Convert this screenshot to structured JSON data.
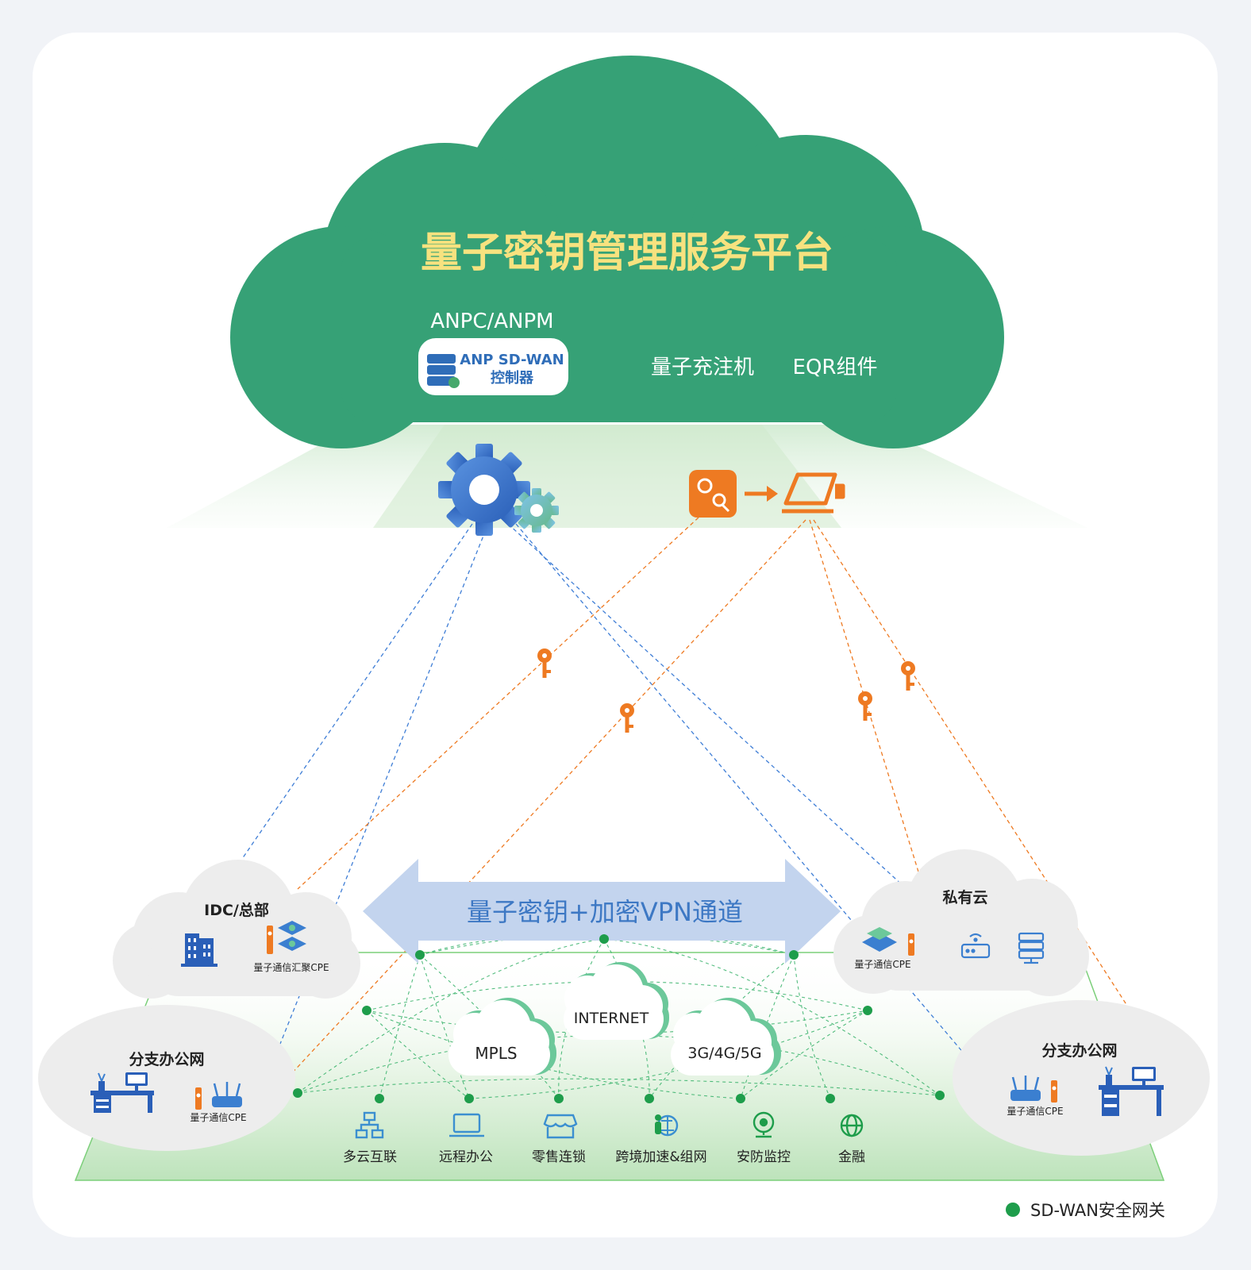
{
  "platform": {
    "title": "量子密钥管理服务平台",
    "anpc_label": "ANPC/ANPM",
    "controller_line1": "ANP SD-WAN",
    "controller_line2": "控制器",
    "charger_label": "量子充注机",
    "eqr_label": "EQR组件"
  },
  "tunnel": {
    "label": "量子密钥+加密VPN通道"
  },
  "sites": {
    "idc": {
      "title": "IDC/总部",
      "cpe_label": "量子通信汇聚CPE"
    },
    "private_cloud": {
      "title": "私有云",
      "cpe_label": "量子通信CPE"
    },
    "branch_left": {
      "title": "分支办公网",
      "cpe_label": "量子通信CPE"
    },
    "branch_right": {
      "title": "分支办公网",
      "cpe_label": "量子通信CPE"
    }
  },
  "networks": [
    {
      "label": "INTERNET"
    },
    {
      "label": "MPLS"
    },
    {
      "label": "3G/4G/5G"
    }
  ],
  "applications": [
    {
      "label": "多云互联",
      "icon": "topology-icon"
    },
    {
      "label": "远程办公",
      "icon": "laptop-icon"
    },
    {
      "label": "零售连锁",
      "icon": "store-icon"
    },
    {
      "label": "跨境加速&组网",
      "icon": "globe-person-icon"
    },
    {
      "label": "安防监控",
      "icon": "camera-icon"
    },
    {
      "label": "金融",
      "icon": "finance-globe-icon"
    }
  ],
  "legend": {
    "gateway_label": "SD-WAN安全网关",
    "gateway_color": "#1e9d4b"
  },
  "colors": {
    "cloud_green": "#36a176",
    "title_yellow": "#f7e27f",
    "gear_blue": "#3b72c8",
    "key_orange": "#ee7a22",
    "tunnel_blue": "#c3d4ee",
    "tunnel_text": "#3d78c4",
    "mesh_green": "#37b26a"
  }
}
